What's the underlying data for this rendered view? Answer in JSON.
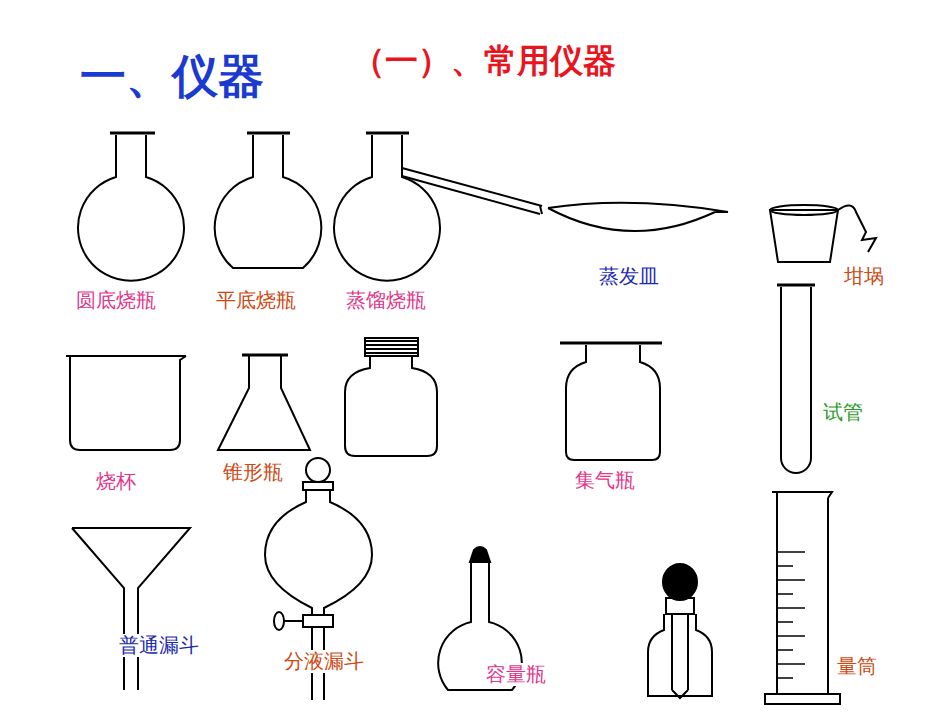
{
  "diagram": {
    "title": "一、仪器",
    "labels": [
      "（一）、常用仪器",
      "圆底烧瓶",
      "平底烧瓶",
      "蒸馏烧瓶",
      "蒸发皿",
      "坩埚",
      "试管",
      "烧杯",
      "锥形瓶",
      "集气瓶",
      "普通漏斗",
      "分液漏斗",
      "容量瓶",
      "量筒"
    ]
  }
}
